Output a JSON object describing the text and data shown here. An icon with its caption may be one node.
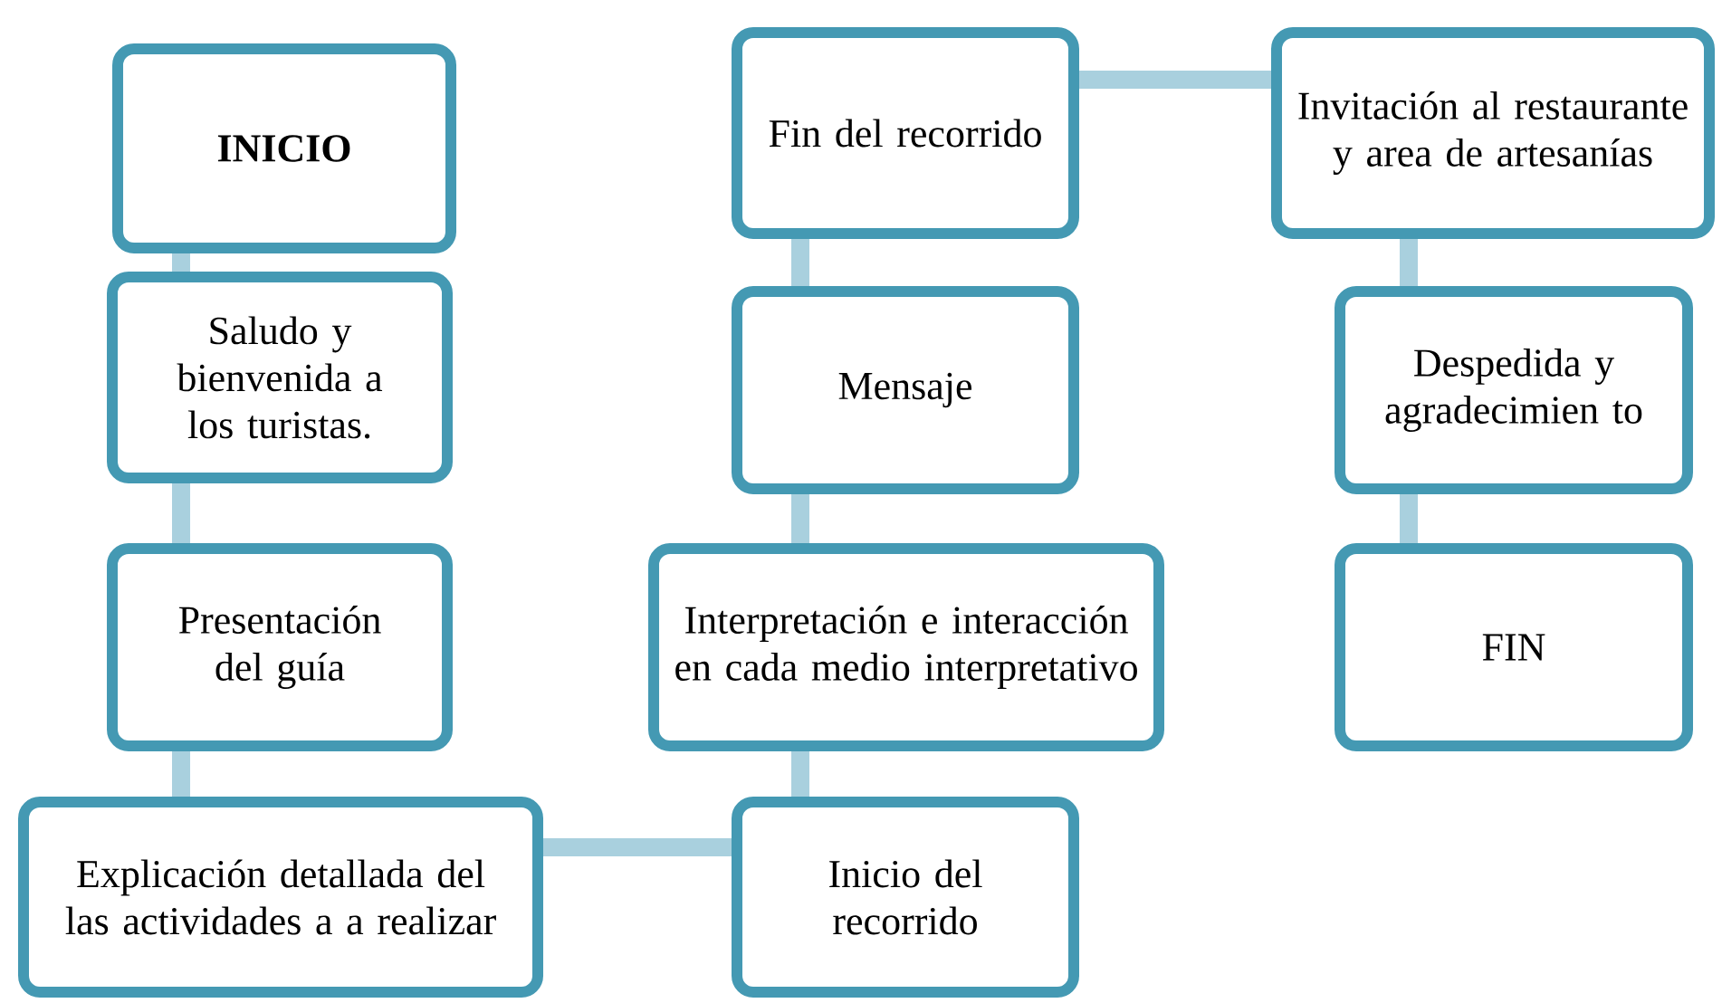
{
  "diagram": {
    "nodes": [
      {
        "text": [
          "INICIO"
        ]
      },
      {
        "text": [
          "Saludo y bienvenida a los turistas."
        ]
      },
      {
        "text": [
          "Presentación del guía"
        ]
      },
      {
        "text": [
          "Explicación detallada del las actividades a a realizar"
        ]
      },
      {
        "text": [
          "Inicio del recorrido"
        ]
      },
      {
        "text": [
          "Interpretación e interacción en cada medio interpretativo"
        ]
      },
      {
        "text": [
          "Mensaje"
        ]
      },
      {
        "text": [
          "Fin del recorrido"
        ]
      },
      {
        "text": [
          "Invitación al restaurante y area de artesanías"
        ]
      },
      {
        "text": [
          "Despedida y agradecimien to"
        ]
      },
      {
        "text": [
          "FIN"
        ]
      }
    ],
    "edges": [
      {
        "from": 0,
        "to": 1,
        "arrow": "none"
      },
      {
        "from": 1,
        "to": 2,
        "arrow": "none"
      },
      {
        "from": 2,
        "to": 3,
        "arrow": "none"
      },
      {
        "from": 3,
        "to": 4,
        "arrow": "none"
      },
      {
        "from": 4,
        "to": 5,
        "arrow": "none"
      },
      {
        "from": 5,
        "to": 6,
        "arrow": "none"
      },
      {
        "from": 6,
        "to": 7,
        "arrow": "none"
      },
      {
        "from": 7,
        "to": 8,
        "arrow": "none"
      },
      {
        "from": 8,
        "to": 9,
        "arrow": "none"
      },
      {
        "from": 9,
        "to": 10,
        "arrow": "none"
      }
    ]
  }
}
